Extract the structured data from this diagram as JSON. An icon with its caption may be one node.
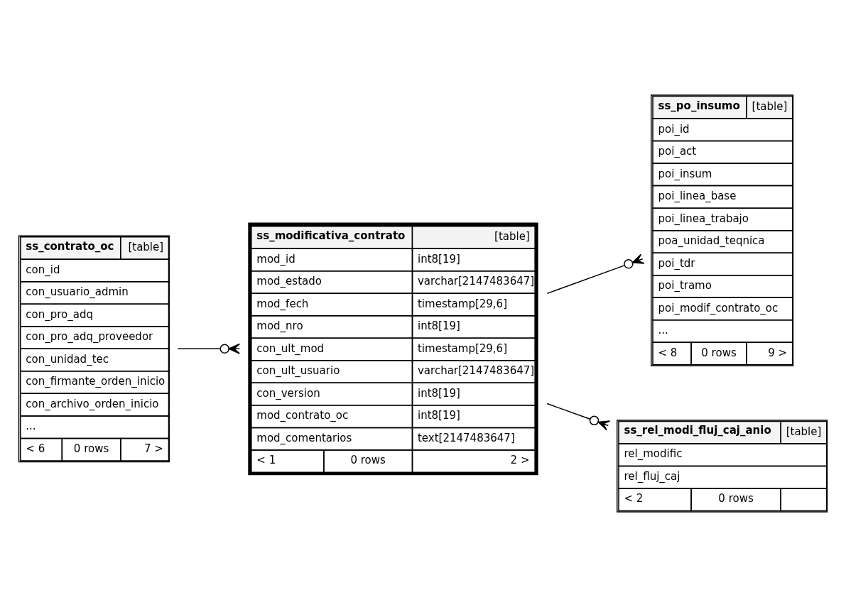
{
  "diagram": {
    "nodes": [
      {
        "text": [
          "ss_po_insumo",
          "[table]",
          "poi_id",
          "poi_act",
          "poi_insum",
          "poi_linea_base",
          "poi_linea_trabajo",
          "poa_unidad_teqnica",
          "poi_tdr",
          "poi_tramo",
          "poi_modif_contrato_oc",
          "...",
          "< 8",
          "0 rows",
          "9 >"
        ]
      },
      {
        "text": [
          "ss_modificativa_contrato",
          "[table]",
          "mod_id",
          "int8[19]",
          "mod_estado",
          "varchar[2147483647]",
          "mod_fech",
          "timestamp[29,6]",
          "mod_nro",
          "int8[19]",
          "con_ult_mod",
          "timestamp[29,6]",
          "con_ult_usuario",
          "varchar[2147483647]",
          "con_version",
          "int8[19]",
          "mod_contrato_oc",
          "int8[19]",
          "mod_comentarios",
          "text[2147483647]",
          "< 1",
          "0 rows",
          "2 >"
        ]
      },
      {
        "text": [
          "ss_rel_modi_fluj_caj_anio",
          "[table]",
          "rel_modific",
          "rel_fluj_caj",
          "< 2",
          "0 rows"
        ]
      },
      {
        "text": [
          "ss_contrato_oc",
          "[table]",
          "con_id",
          "con_usuario_admin",
          "con_pro_adq",
          "con_pro_adq_proveedor",
          "con_unidad_tec",
          "con_firmante_orden_inicio",
          "con_archivo_orden_inicio",
          "...",
          "< 6",
          "0 rows",
          "7 >"
        ]
      }
    ],
    "edges": [
      {
        "from": 1,
        "to": 0,
        "arrow": "other"
      },
      {
        "from": 1,
        "to": 2,
        "arrow": "other"
      },
      {
        "from": 3,
        "to": 1,
        "arrow": "other"
      }
    ]
  }
}
